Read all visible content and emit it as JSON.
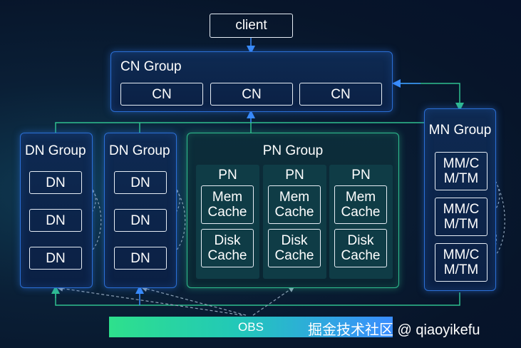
{
  "client": {
    "label": "client"
  },
  "cn_group": {
    "title": "CN Group",
    "nodes": [
      "CN",
      "CN",
      "CN"
    ]
  },
  "dn_groups": [
    {
      "title": "DN Group",
      "nodes": [
        "DN",
        "DN",
        "DN"
      ]
    },
    {
      "title": "DN Group",
      "nodes": [
        "DN",
        "DN",
        "DN"
      ]
    }
  ],
  "pn_group": {
    "title": "PN Group",
    "columns": [
      {
        "label": "PN",
        "mem_cache": "Mem\nCache",
        "disk_cache": "Disk\nCache"
      },
      {
        "label": "PN",
        "mem_cache": "Mem\nCache",
        "disk_cache": "Disk\nCache"
      },
      {
        "label": "PN",
        "mem_cache": "Mem\nCache",
        "disk_cache": "Disk\nCache"
      }
    ]
  },
  "mn_group": {
    "title": "MN Group",
    "nodes": [
      "MM/C\nM/TM",
      "MM/C\nM/TM",
      "MM/C\nM/TM"
    ]
  },
  "obs": {
    "label": "OBS"
  },
  "watermark": "掘金技术社区 @ qiaoyikefu",
  "colors": {
    "blue": "#2b6fd6",
    "green": "#2fbf8f",
    "arrow_blue": "#3a8dff",
    "dash": "#8fa3b8"
  }
}
